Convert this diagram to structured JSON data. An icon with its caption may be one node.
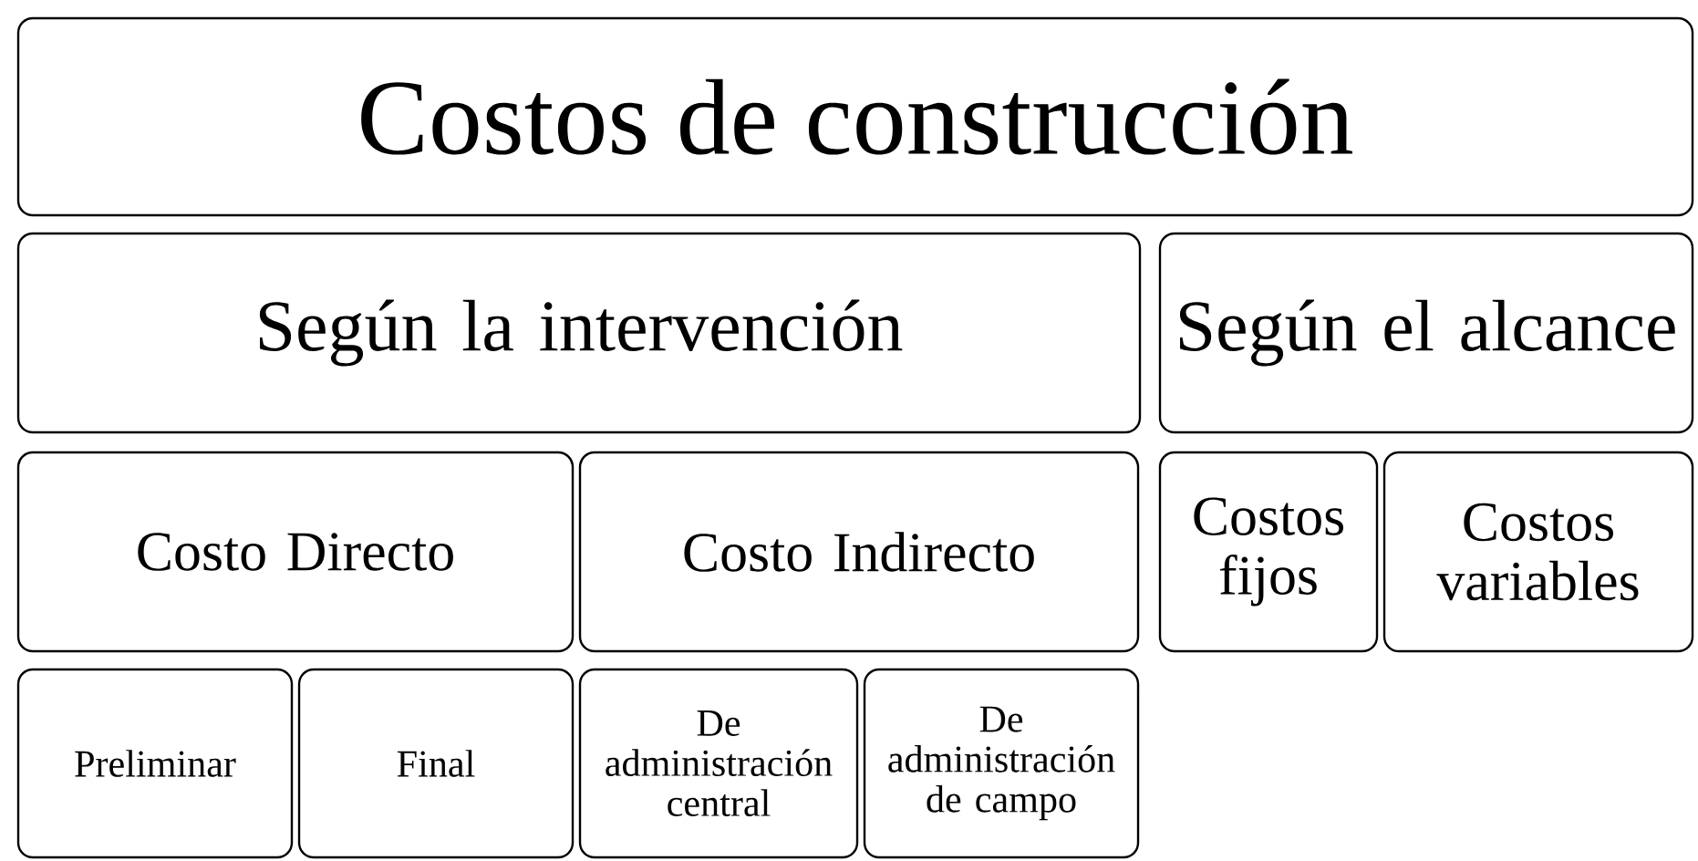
{
  "diagram": {
    "title": "Costos de construcción",
    "nodes": [
      {
        "text": [
          "Según la intervención"
        ]
      },
      {
        "text": [
          "Según el alcance"
        ]
      },
      {
        "text": [
          "Costo Directo"
        ]
      },
      {
        "text": [
          "Costo Indirecto"
        ]
      },
      {
        "text": [
          "Costos fijos"
        ]
      },
      {
        "text": [
          "Costos variables"
        ]
      },
      {
        "text": [
          "Preliminar"
        ]
      },
      {
        "text": [
          "Final"
        ]
      },
      {
        "text": [
          "De administración central"
        ]
      },
      {
        "text": [
          "De administración de campo"
        ]
      }
    ]
  }
}
